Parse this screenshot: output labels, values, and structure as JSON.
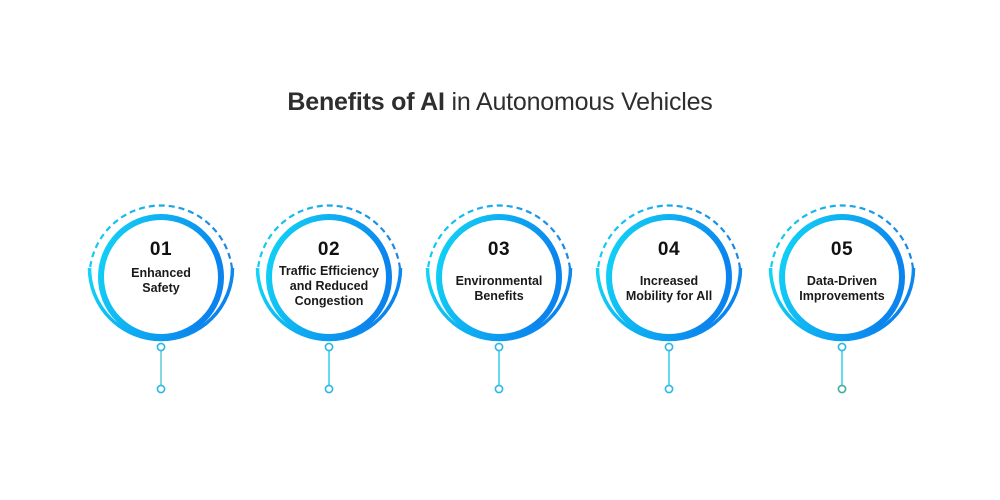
{
  "title": {
    "bold": "Benefits of AI",
    "light": " in Autonomous Vehicles"
  },
  "colors": {
    "gradient_start": "#12d6f5",
    "gradient_end": "#0b84ee",
    "connector_line": "#6fd3f2",
    "node_stroke": "#2bb6e8",
    "text": "#1a1a1a",
    "title": "#2e2e2e"
  },
  "steps": [
    {
      "number": "01",
      "label_lines": [
        "Enhanced",
        "Safety"
      ]
    },
    {
      "number": "02",
      "label_lines": [
        "Traffic Efficiency",
        "and Reduced",
        "Congestion"
      ]
    },
    {
      "number": "03",
      "label_lines": [
        "Environmental",
        "Benefits"
      ]
    },
    {
      "number": "04",
      "label_lines": [
        "Increased",
        "Mobility for All"
      ]
    },
    {
      "number": "05",
      "label_lines": [
        "Data-Driven",
        "Improvements"
      ]
    }
  ]
}
